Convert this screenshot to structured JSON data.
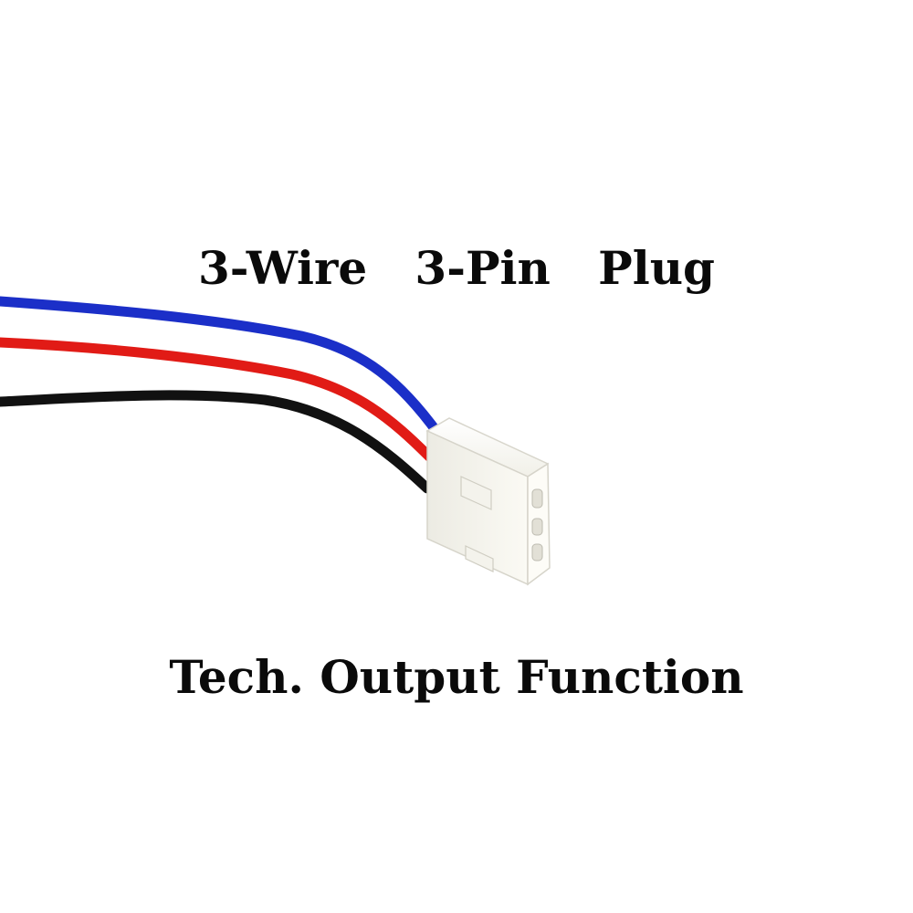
{
  "captions": {
    "top": "3-Wire   3-Pin   Plug",
    "bottom": "Tech. Output Function"
  },
  "wires": [
    {
      "color_name": "blue",
      "color": "#1b2fc8"
    },
    {
      "color_name": "red",
      "color": "#e11b16"
    },
    {
      "color_name": "black",
      "color": "#111111"
    }
  ],
  "connector": {
    "pins": 3,
    "color": "#f7f6ef"
  }
}
